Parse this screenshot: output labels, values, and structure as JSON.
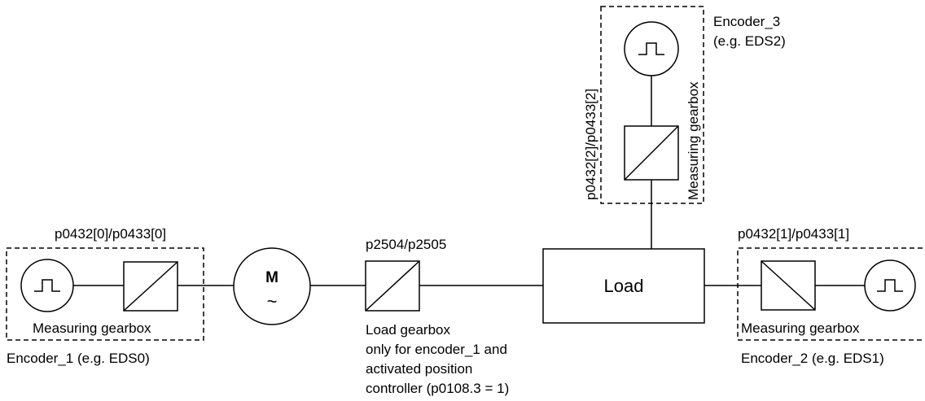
{
  "labels": {
    "enc1_ratio": "p0432[0]/p0433[0]",
    "enc1_gearbox": "Measuring gearbox",
    "enc1_name": "Encoder_1 (e.g. EDS0)",
    "motor_top": "M",
    "motor_bottom": "~",
    "load_gear_ratio": "p2504/p2505",
    "load_gear_desc": [
      "Load gearbox",
      "only for encoder_1 and",
      "activated position",
      "controller (p0108.3 = 1)"
    ],
    "load": "Load",
    "enc2_ratio": "p0432[1]/p0433[1]",
    "enc2_gearbox": "Measuring gearbox",
    "enc2_name": "Encoder_2 (e.g. EDS1)",
    "enc3_ratio": "p0432[2]/p0433[2]",
    "enc3_gearbox": "Measuring gearbox",
    "enc3_name": [
      "Encoder_3",
      "(e.g. EDS2)"
    ]
  },
  "icons": {
    "encoder": "pulse-signal-icon",
    "gearbox": "diagonal-converter-icon",
    "motor": "ac-motor-icon"
  }
}
